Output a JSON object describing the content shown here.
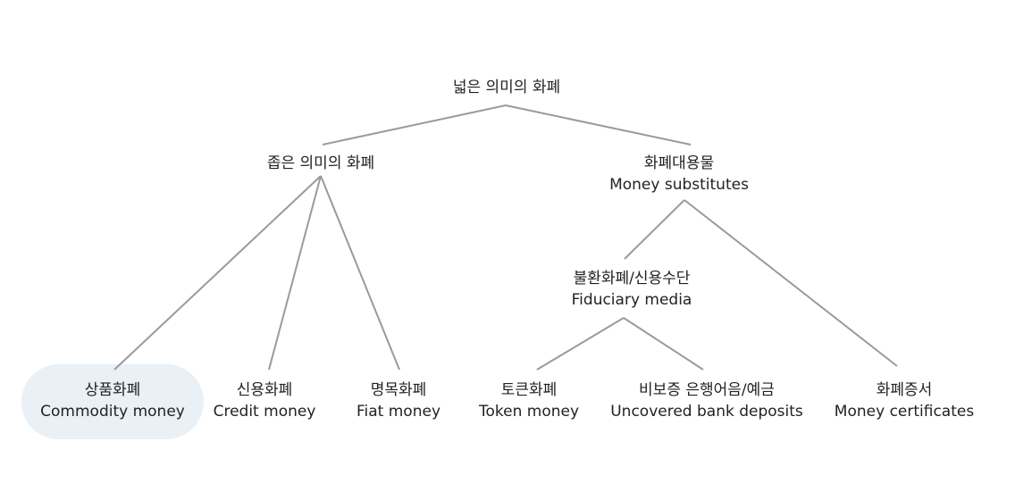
{
  "diagram": {
    "highlight_color": "#e9f0f6",
    "line_color": "#9a9a9a",
    "nodes": {
      "root": {
        "ko": "넓은 의미의 화폐"
      },
      "narrow": {
        "ko": "좁은 의미의 화폐"
      },
      "substitutes": {
        "ko": "화폐대용물",
        "en": "Money substitutes"
      },
      "fiduciary": {
        "ko": "불환화폐/신용수단",
        "en": "Fiduciary media"
      },
      "commodity": {
        "ko": "상품화폐",
        "en": "Commodity money"
      },
      "credit": {
        "ko": "신용화폐",
        "en": "Credit money"
      },
      "fiat": {
        "ko": "명목화폐",
        "en": "Fiat money"
      },
      "token": {
        "ko": "토큰화폐",
        "en": "Token money"
      },
      "uncovered": {
        "ko": "비보증 은행어음/예금",
        "en": "Uncovered bank deposits"
      },
      "certificates": {
        "ko": "화폐증서",
        "en": "Money certificates"
      }
    }
  }
}
